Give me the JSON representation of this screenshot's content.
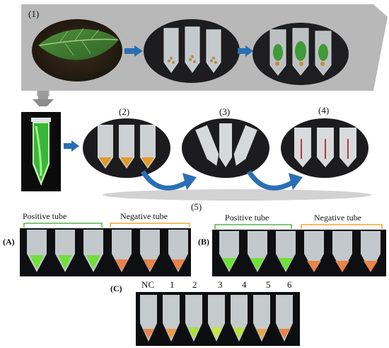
{
  "step_labels": {
    "s1": "(1)",
    "s2": "(2)",
    "s3": "(3)",
    "s4": "(4)",
    "s5": "(5)"
  },
  "panels": {
    "A": {
      "label": "(A)",
      "positive_label": "Positive tube",
      "negative_label": "Negative tube"
    },
    "B": {
      "label": "(B)",
      "positive_label": "Positive tube",
      "negative_label": "Negative tube"
    },
    "C": {
      "label": "(C)",
      "tube_labels": [
        "NC",
        "1",
        "2",
        "3",
        "4",
        "5",
        "6"
      ]
    }
  },
  "colors": {
    "banner": "#b5b5b5",
    "arrow_blue": "#2a6fb5",
    "positive_green": "#6fe03a",
    "negative_orange": "#e8834a",
    "bracket_green": "#55b44a",
    "bracket_orange": "#f0a830"
  },
  "icons": {
    "arrow": "right-arrow-icon",
    "curved_arrow": "curved-arrow-icon"
  }
}
